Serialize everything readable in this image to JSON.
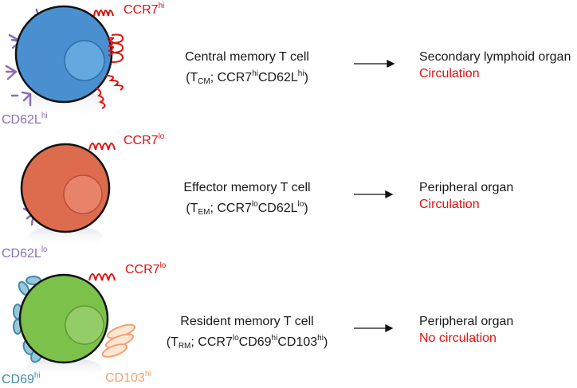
{
  "colors": {
    "cm_cell": "#4a90d0",
    "em_cell": "#dd6b4d",
    "rm_cell": "#7cc14a",
    "receptor_red": "#e01010",
    "receptor_purple": "#8b6fb5",
    "receptor_teal": "#3d8ca8",
    "receptor_orange": "#f3a070"
  },
  "rows": [
    {
      "marker_top": {
        "base": "CCR7",
        "sup": "hi"
      },
      "marker_bottom": {
        "base": "CD62L",
        "sup": "hi"
      },
      "title": "Central memory T cell",
      "subtitle": {
        "open": "(T",
        "sub": "CM",
        "mid1": "; CCR7",
        "sup1": "hi",
        "mid2": "CD62L",
        "sup2": "hi",
        "close": ")"
      },
      "dest_line1": "Secondary lymphoid organ",
      "dest_line2": "Circulation"
    },
    {
      "marker_top": {
        "base": "CCR7",
        "sup": "lo"
      },
      "marker_bottom": {
        "base": "CD62L",
        "sup": "lo"
      },
      "title": "Effector memory T cell",
      "subtitle": {
        "open": "(T",
        "sub": "EM",
        "mid1": "; CCR7",
        "sup1": "lo",
        "mid2": "CD62L",
        "sup2": "lo",
        "close": ")"
      },
      "dest_line1": "Peripheral organ",
      "dest_line2": "Circulation"
    },
    {
      "marker_top": {
        "base": "CCR7",
        "sup": "lo"
      },
      "marker_bottom": {
        "base": "CD69",
        "sup": "hi"
      },
      "marker_extra": {
        "base": "CD103",
        "sup": "hi"
      },
      "title": "Resident memory T cell",
      "subtitle": {
        "open": "(T",
        "sub": "RM",
        "mid1": "; CCR7",
        "sup1": "lo",
        "mid2": "CD69",
        "sup2": "hi",
        "mid3": "CD103",
        "sup3": "hi",
        "close": ")"
      },
      "dest_line1": "Peripheral organ",
      "dest_line2": "No circulation"
    }
  ]
}
